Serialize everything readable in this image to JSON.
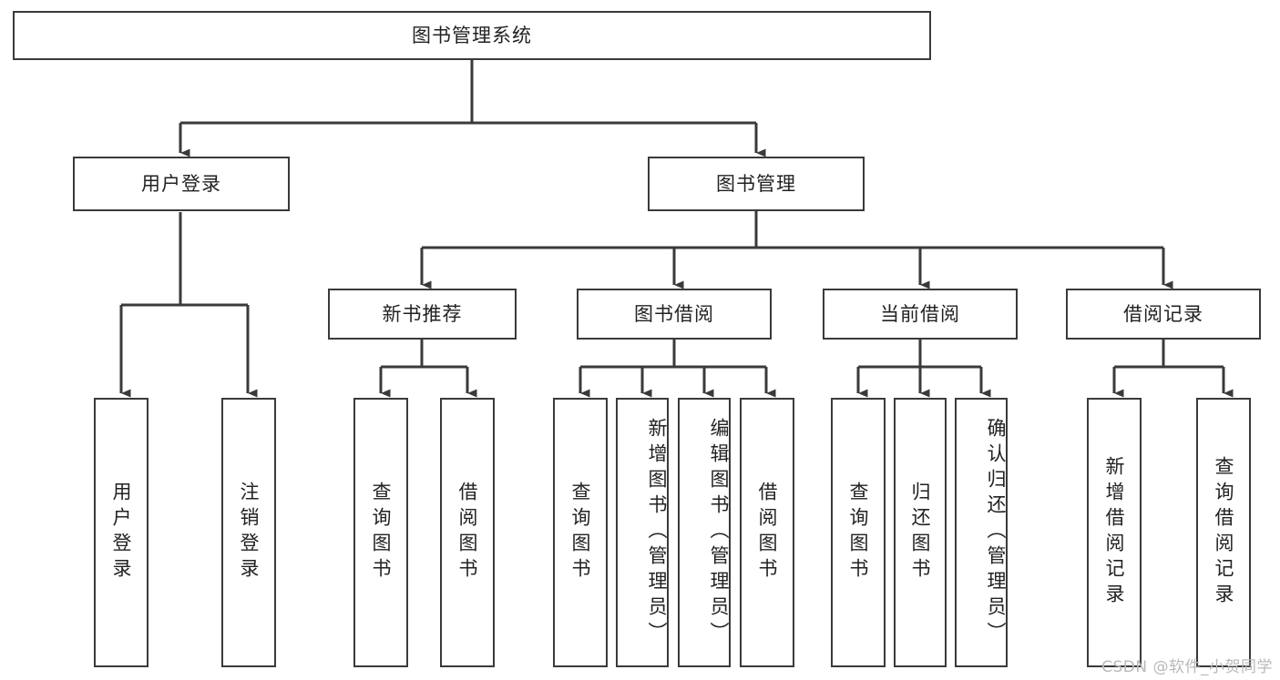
{
  "diagram": {
    "title": "图书管理系统",
    "type": "tree-hierarchy-chart",
    "root": {
      "label": "图书管理系统"
    },
    "level2": [
      {
        "label": "用户登录"
      },
      {
        "label": "图书管理"
      }
    ],
    "level3": [
      {
        "label": "新书推荐"
      },
      {
        "label": "图书借阅"
      },
      {
        "label": "当前借阅"
      },
      {
        "label": "借阅记录"
      }
    ],
    "leaves": {
      "user_login": [
        {
          "label": "用户登录"
        },
        {
          "label": "注销登录"
        }
      ],
      "new_book_recommend": [
        {
          "label": "查询图书"
        },
        {
          "label": "借阅图书"
        }
      ],
      "book_borrow": [
        {
          "label": "查询图书"
        },
        {
          "label": "新增图书（管理员）"
        },
        {
          "label": "编辑图书（管理员）"
        },
        {
          "label": "借阅图书"
        }
      ],
      "current_borrow": [
        {
          "label": "查询图书"
        },
        {
          "label": "归还图书"
        },
        {
          "label": "确认归还（管理员）"
        }
      ],
      "borrow_record": [
        {
          "label": "新增借阅记录"
        },
        {
          "label": "查询借阅记录"
        }
      ]
    }
  },
  "watermark": {
    "text": "CSDN @软件_小贺同学"
  },
  "colors": {
    "stroke": "#3a3a3a",
    "box_fill": "#ffffff",
    "text": "#222222",
    "watermark": "#b9b9b9",
    "background": "#ffffff"
  }
}
